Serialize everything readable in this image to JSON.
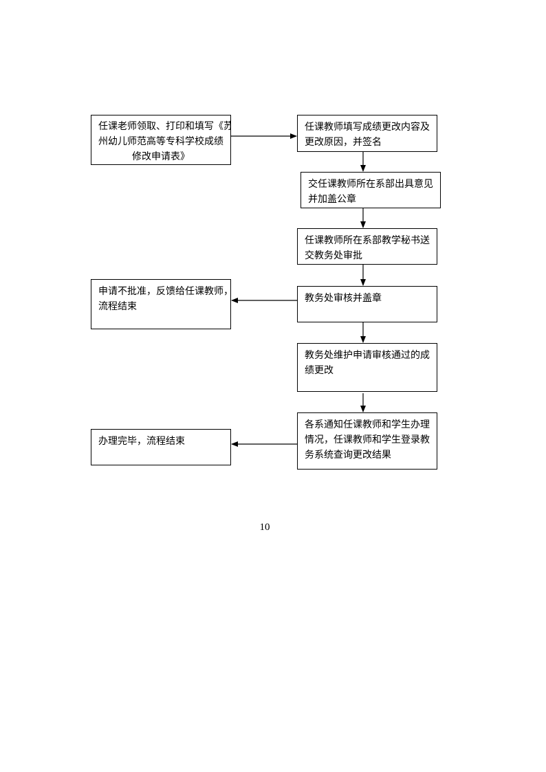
{
  "flow": {
    "start": [
      "任课老师领取、打印和填写《苏",
      "州幼儿师范高等专科学校成绩",
      "修改申请表》"
    ],
    "step1": [
      "任课教师填写成绩更改内容及",
      "更改原因，并签名"
    ],
    "step2": [
      "交任课教师所在系部出具意见",
      "并加盖公章"
    ],
    "step3": [
      "任课教师所在系部教学秘书送",
      "交教务处审批"
    ],
    "step4": [
      "教务处审核并盖章"
    ],
    "rejected": [
      "申请不批准，反馈给任课教师，",
      "流程结束"
    ],
    "step5": [
      "教务处维护申请审核通过的成",
      "绩更改"
    ],
    "step6": [
      "各系通知任课教师和学生办理",
      "情况，任课教师和学生登录教",
      "务系统查询更改结果"
    ],
    "finished": [
      "办理完毕，流程结束"
    ]
  },
  "page_number": "10"
}
